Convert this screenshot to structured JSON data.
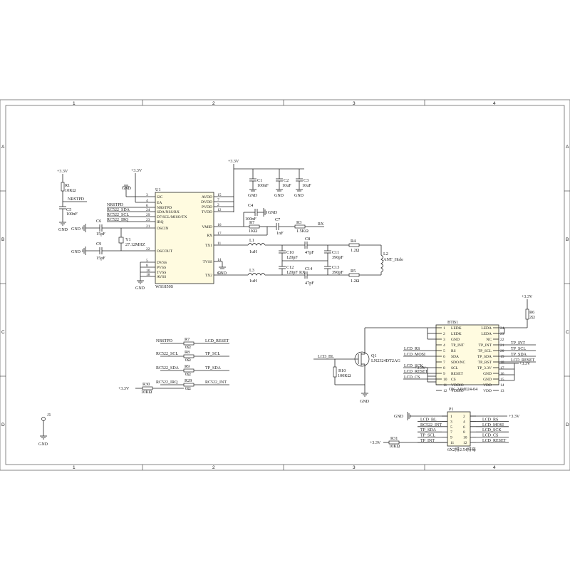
{
  "frame": {
    "col_markers": [
      "1",
      "2",
      "3",
      "4"
    ],
    "row_markers": [
      "A",
      "B",
      "C",
      "D"
    ]
  },
  "power": {
    "vcc": "+3.3V",
    "gnd": "GND"
  },
  "u1": {
    "ref": "U1",
    "part": "WS1850S",
    "left_pins": [
      {
        "num": "3",
        "name": "I2C"
      },
      {
        "num": "4",
        "name": "EA"
      },
      {
        "num": "6",
        "name": "NRSTPD"
      },
      {
        "num": "24",
        "name": "SDA/NSS/RX"
      },
      {
        "num": "29",
        "name": "D7/SCL/MISO/TX"
      },
      {
        "num": "23",
        "name": "IRQ"
      },
      {
        "num": "21",
        "name": "OSCIN"
      },
      {
        "num": "22",
        "name": "OSCOUT"
      },
      {
        "num": "5",
        "name": "DVSS"
      },
      {
        "num": "8",
        "name": "PVSS"
      },
      {
        "num": "10",
        "name": "TVSS"
      },
      {
        "num": "18",
        "name": "AVSS"
      }
    ],
    "right_pins": [
      {
        "num": "15",
        "name": "AVDD"
      },
      {
        "num": "7",
        "name": "DVDD"
      },
      {
        "num": "2",
        "name": "PVDD"
      },
      {
        "num": "12",
        "name": "TVDD"
      },
      {
        "num": "16",
        "name": "VMID"
      },
      {
        "num": "17",
        "name": "RX"
      },
      {
        "num": "11",
        "name": "TX1"
      },
      {
        "num": "14",
        "name": "TVSS"
      },
      {
        "num": "13",
        "name": "TX2"
      }
    ]
  },
  "left_nets": [
    "NRSTPD",
    "RC522_SDA",
    "RC522_SCL",
    "RC522_IRQ"
  ],
  "components": {
    "R1": {
      "ref": "R1",
      "val": "10KΩ"
    },
    "C5": {
      "ref": "C5",
      "val": "100nF"
    },
    "C6": {
      "ref": "C6",
      "val": "15pF"
    },
    "C9": {
      "ref": "C9",
      "val": "15pF"
    },
    "Y1": {
      "ref": "Y1",
      "val": "27.12MHZ"
    },
    "C1": {
      "ref": "C1",
      "val": "100nF"
    },
    "C2": {
      "ref": "C2",
      "val": "10uF"
    },
    "C3": {
      "ref": "C3",
      "val": "10uF"
    },
    "C4": {
      "ref": "C4",
      "val": "100nF"
    },
    "R7a": {
      "ref": "R7",
      "val": "1KΩ"
    },
    "C7": {
      "ref": "C7",
      "val": "1nF"
    },
    "R3": {
      "ref": "R3",
      "val": "1.5KΩ"
    },
    "L1": {
      "ref": "L1",
      "val": "1uH"
    },
    "L3": {
      "ref": "L3",
      "val": "1uH"
    },
    "C10": {
      "ref": "C10",
      "val": "120pF"
    },
    "C12": {
      "ref": "C12",
      "val": "120pF"
    },
    "C8": {
      "ref": "C8",
      "val": "47pF"
    },
    "C14": {
      "ref": "C14",
      "val": "47pF"
    },
    "C11": {
      "ref": "C11",
      "val": "390pF"
    },
    "C13": {
      "ref": "C13",
      "val": "390pF"
    },
    "R4": {
      "ref": "R4",
      "val": "1.2Ω"
    },
    "R5": {
      "ref": "R5",
      "val": "1.2Ω"
    },
    "L2": {
      "ref": "L2",
      "val": "ANT_Hole"
    },
    "R6": {
      "ref": "R6",
      "val": "2Ω"
    },
    "Q1": {
      "ref": "Q1",
      "val": "LN2324DT2AG"
    },
    "R10": {
      "ref": "R10",
      "val": "100KΩ"
    },
    "J1": {
      "ref": "J1"
    }
  },
  "rx_net": "RX",
  "link_resistors": [
    {
      "ref": "R7",
      "val": "0Ω",
      "left": "NRSTPD",
      "right": "LCD_RESET"
    },
    {
      "ref": "R8",
      "val": "0Ω",
      "left": "RC522_SCL",
      "right": "TP_SCL"
    },
    {
      "ref": "R9",
      "val": "0Ω",
      "left": "RC522_SDA",
      "right": "TP_SDA"
    },
    {
      "ref": "R29",
      "val": "0Ω",
      "left": "RC522_IRQ",
      "right": "RC522_INT"
    }
  ],
  "r30": {
    "ref": "R30",
    "val": "10KΩ"
  },
  "lcd_bl": "LCD_BL",
  "btb": {
    "ref": "BTB1",
    "part": "OK-24M024-04",
    "left_names": [
      "LEDK",
      "LEDK",
      "GND",
      "TP_INT",
      "RS",
      "SDA",
      "SDO/NC",
      "SCL",
      "RESET",
      "CS",
      "VDDIO",
      "VDDIO"
    ],
    "right_names": [
      "LEDA",
      "LEDA",
      "NC",
      "TP_INT",
      "TP_SCL",
      "TP_SDA",
      "TP_RST",
      "TP_3.3V",
      "GND",
      "GND",
      "VDD",
      "VDD"
    ],
    "left_nums": [
      "1",
      "2",
      "3",
      "4",
      "5",
      "6",
      "7",
      "8",
      "9",
      "10",
      "11",
      "12"
    ],
    "right_nums": [
      "24",
      "23",
      "22",
      "21",
      "20",
      "19",
      "18",
      "17",
      "16",
      "15",
      "14",
      "13"
    ],
    "left_nets": [
      "",
      "",
      "",
      "",
      "LCD_RS",
      "LCD_MOSI",
      "",
      "LCD_SCK",
      "LCD_RESET",
      "LCD_CS",
      "",
      ""
    ],
    "right_nets": [
      "",
      "",
      "",
      "TP_INT",
      "TP_SCL",
      "TP_SDA",
      "LCD_RESET",
      "",
      "",
      "",
      "",
      ""
    ]
  },
  "p1": {
    "ref": "P1",
    "part": "6X2排2.54排母",
    "left_nums": [
      "1",
      "3",
      "5",
      "7",
      "9",
      "11"
    ],
    "right_nums": [
      "2",
      "4",
      "6",
      "8",
      "10",
      "12"
    ],
    "left_nets": [
      "",
      "LCD_BL",
      "RC522_INT",
      "TP_SDA",
      "TP_SCL",
      "TP_INT"
    ],
    "right_nets": [
      "",
      "LCD_RS",
      "LCD_MOSI",
      "LCD_SCK",
      "LCD_CS",
      "LCD_RESET"
    ]
  },
  "r31": {
    "ref": "R31",
    "val": "10KΩ"
  }
}
